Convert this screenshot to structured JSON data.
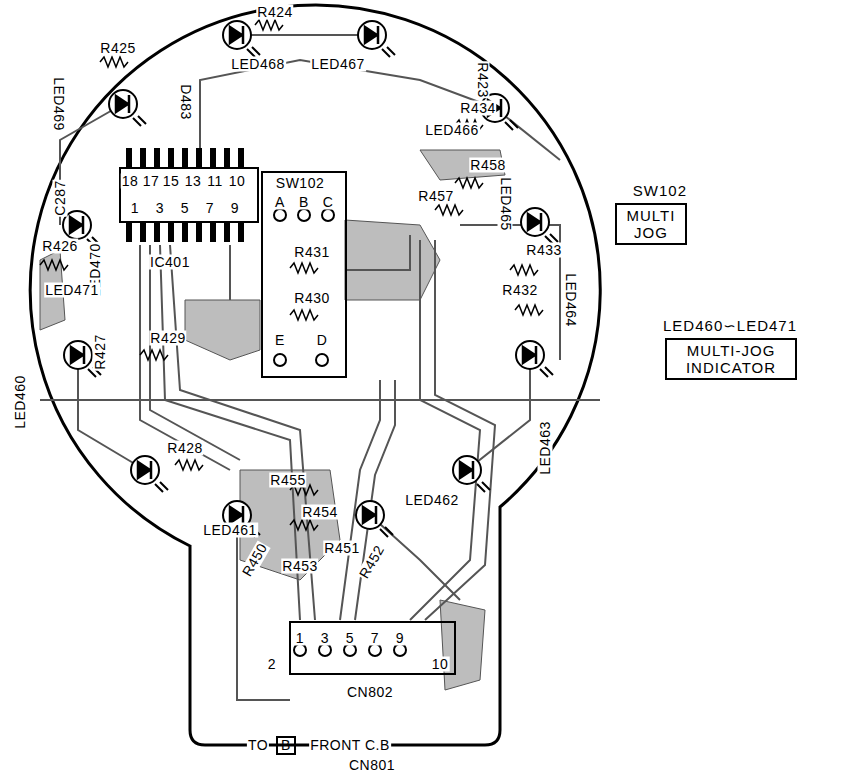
{
  "diagram": {
    "nodes": [
      {
        "text": [
          "SW102",
          "MULTI JOG"
        ]
      },
      {
        "text": [
          "LED460∽LED471",
          "MULTI-JOG INDICATOR"
        ]
      },
      {
        "text": [
          "B"
        ]
      }
    ],
    "labels": [
      "R424",
      "R425",
      "LED468",
      "LED467",
      "R423",
      "LED469",
      "D483",
      "R434",
      "LED466",
      "C287",
      "18",
      "17",
      "15",
      "13",
      "11",
      "10",
      "SW102",
      "A",
      "B",
      "C",
      "R458",
      "R457",
      "LED465",
      "LED470",
      "1",
      "3",
      "5",
      "7",
      "9",
      "R426",
      "IC401",
      "R431",
      "R433",
      "LED471",
      "LED464",
      "R432",
      "R430",
      "R427",
      "R429",
      "E",
      "D",
      "LED460",
      "LED463",
      "R428",
      "R455",
      "LED462",
      "R454",
      "LED461",
      "R450",
      "R451",
      "R453",
      "R452",
      "1",
      "3",
      "5",
      "7",
      "9",
      "2",
      "10",
      "CN802",
      "TO",
      "FRONT C.B",
      "CN801"
    ]
  }
}
